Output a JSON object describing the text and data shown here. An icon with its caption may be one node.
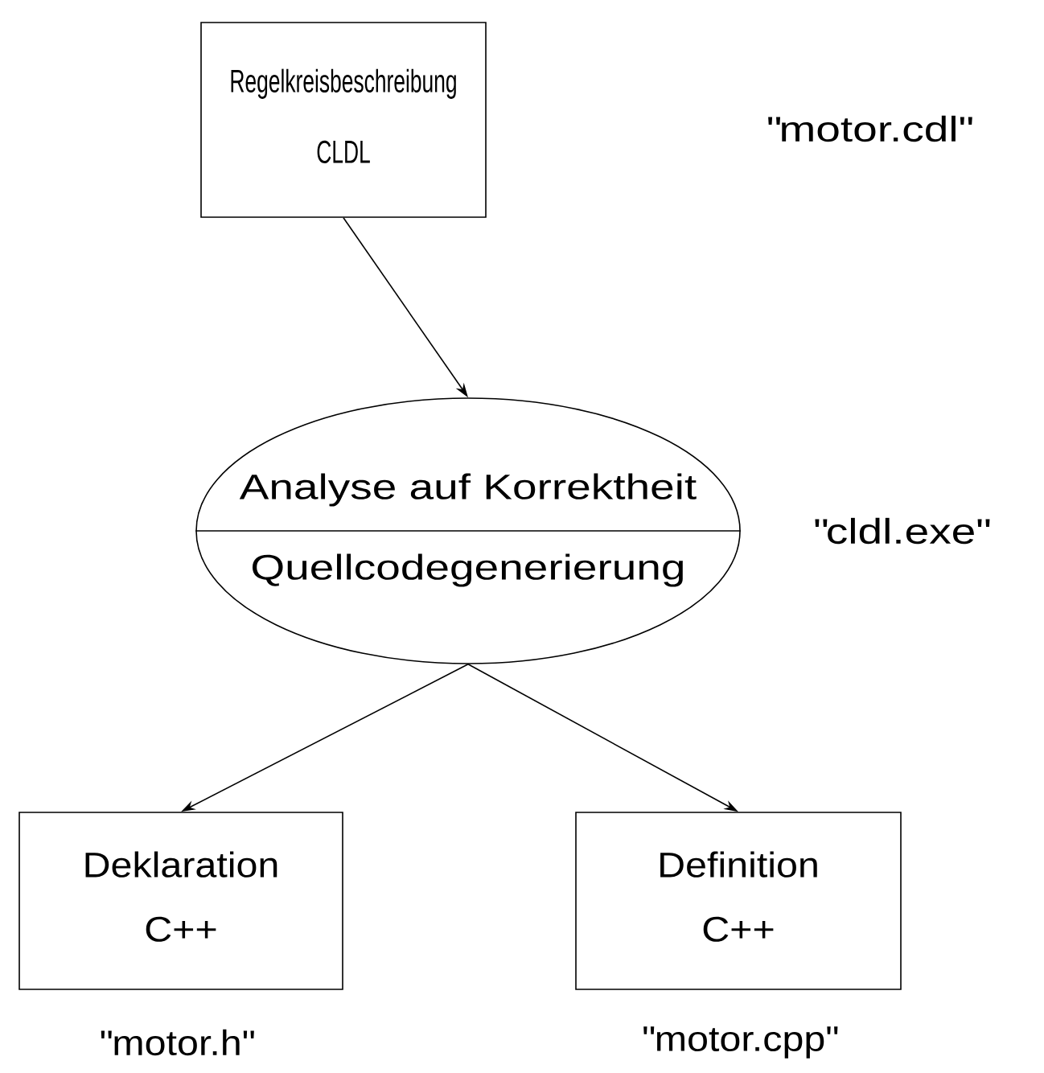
{
  "diagram": {
    "nodes": [
      {
        "text": [
          "Regelkreisbeschreibung",
          "CLDL"
        ]
      },
      {
        "text": [
          "Analyse auf Korrektheit",
          "Quellcodegenerierung"
        ],
        "beside": [
          "\"cldl.exe\""
        ]
      },
      {
        "text": [
          "Deklaration",
          "C++"
        ],
        "beside": [
          "\"motor.h\""
        ]
      },
      {
        "text": [
          "Definition",
          "C++"
        ],
        "beside": [
          "\"motor.cpp\""
        ]
      }
    ],
    "edges": [
      {
        "from": 0,
        "to": 1,
        "arrow": "to"
      },
      {
        "from": 1,
        "to": 2,
        "arrow": "to"
      },
      {
        "from": 1,
        "to": 3,
        "arrow": "to"
      }
    ],
    "labels": [
      "\"motor.cdl\""
    ]
  }
}
